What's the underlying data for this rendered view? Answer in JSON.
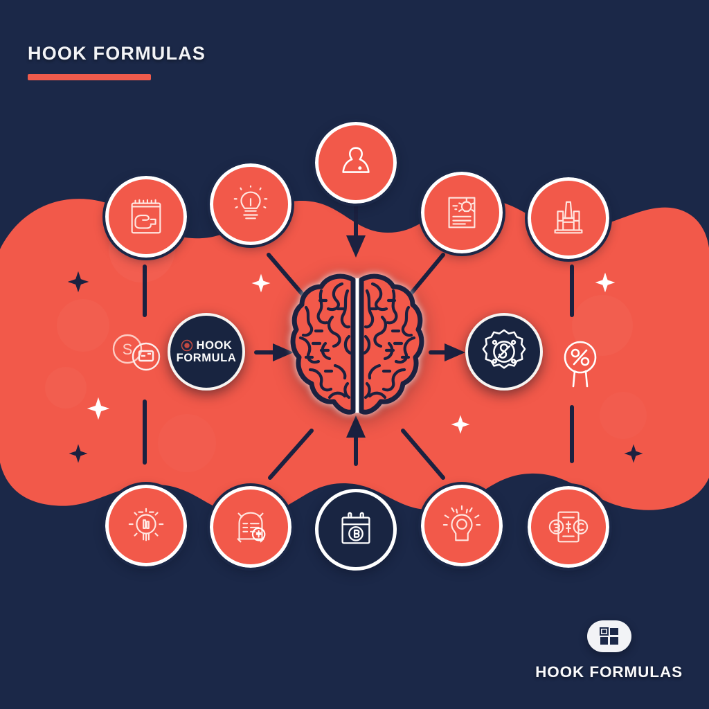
{
  "theme": {
    "background": "#1b2848",
    "accent": "#f2594a",
    "accent_bar": "#ef5b4c",
    "light": "#ffffff",
    "node_navy": "#192542"
  },
  "header": {
    "title": "HOOK FORMULAS"
  },
  "hub": {
    "line1": "HOOK",
    "line2": "FORMULA",
    "icon": "target-circle-icon"
  },
  "center": {
    "icon": "brain-icon",
    "label": "brain"
  },
  "output": {
    "icon": "badge-gear-icon"
  },
  "top_nodes": [
    {
      "id": "node-clipboard-hand",
      "icon": "clipboard-hand-icon",
      "fill": "coral"
    },
    {
      "id": "node-lightbulb-rays",
      "icon": "lightbulb-rays-icon",
      "fill": "coral"
    },
    {
      "id": "node-person",
      "icon": "person-icon",
      "fill": "coral"
    },
    {
      "id": "node-document-idea",
      "icon": "document-idea-icon",
      "fill": "coral"
    },
    {
      "id": "node-podium",
      "icon": "podium-icon",
      "fill": "coral"
    }
  ],
  "bottom_nodes": [
    {
      "id": "node-bulb-hand",
      "icon": "bulb-hand-icon",
      "fill": "coral"
    },
    {
      "id": "node-alarm-list",
      "icon": "alarm-checklist-icon",
      "fill": "coral"
    },
    {
      "id": "node-calendar",
      "icon": "calendar-icon",
      "fill": "navy"
    },
    {
      "id": "node-idea-burst",
      "icon": "idea-burst-icon",
      "fill": "coral"
    },
    {
      "id": "node-compare-list",
      "icon": "compare-numbers-icon",
      "fill": "coral"
    }
  ],
  "decorations": {
    "left_coins": "coin-pair-icon",
    "right_tag": "percent-tag-icon",
    "sparkles": "sparkle-icon"
  },
  "brand": {
    "mark": "grid-squares-logo",
    "name": "HOOK FORMULAS"
  }
}
